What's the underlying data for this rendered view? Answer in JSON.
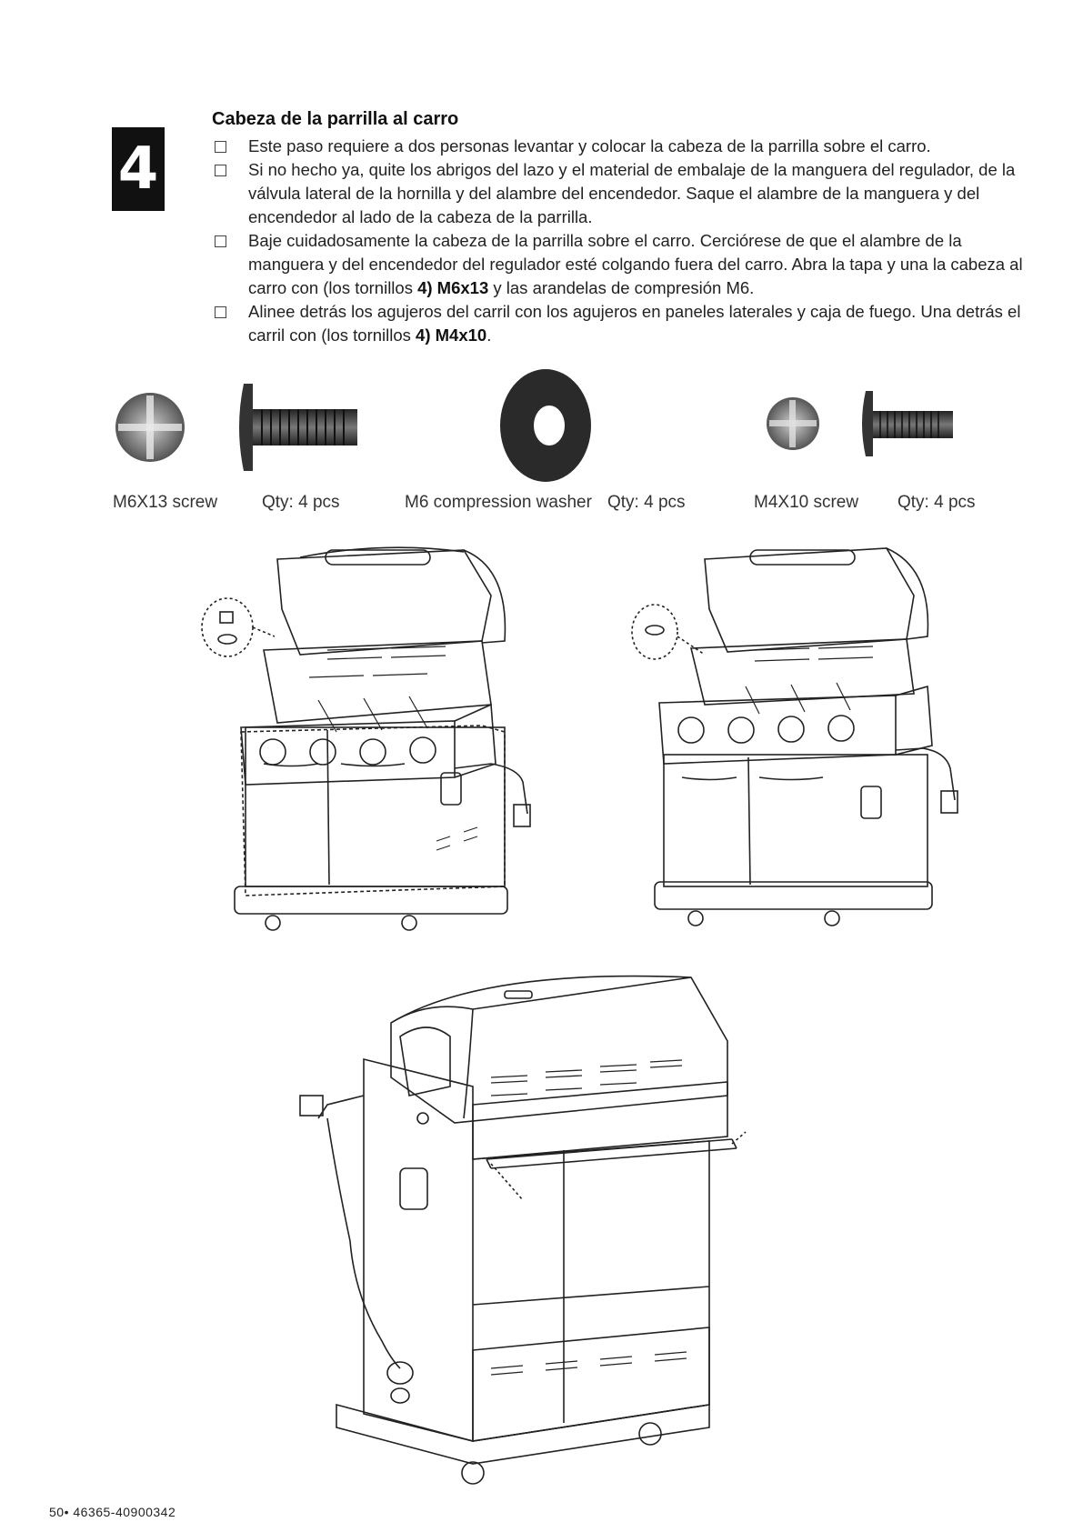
{
  "step": {
    "number": "4"
  },
  "section": {
    "title": "Cabeza de la parrilla al carro"
  },
  "instructions": [
    {
      "text": "Este paso requiere a dos personas levantar y colocar la cabeza de la parrilla sobre el carro."
    },
    {
      "text": "Si no hecho ya, quite los abrigos del lazo y el material de embalaje de la manguera del regulador, de la válvula lateral de la hornilla y del alambre del encendedor. Saque el alambre de la manguera y del encendedor al lado de la cabeza de la parrilla."
    },
    {
      "text_a": "Baje cuidadosamente la cabeza de la parrilla sobre el carro. Cerciórese de que el alambre de la manguera y del encendedor del regulador esté colgando fuera del carro. Abra la tapa y una la cabeza al carro con (los tornillos ",
      "bold_a": "4) M6x13",
      "text_b": " y las arandelas de compresión M6."
    },
    {
      "text_a": "Alinee detrás los agujeros del carril con los agujeros en paneles laterales y caja de fuego. Una detrás el carril con (los tornillos ",
      "bold_a": "4) M4x10",
      "text_b": "."
    }
  ],
  "hardware": [
    {
      "name": "M6X13 screw",
      "qty": "Qty: 4 pcs"
    },
    {
      "name": "M6 compression washer",
      "qty": "Qty: 4 pcs"
    },
    {
      "name": "M4X10 screw",
      "qty": "Qty: 4 pcs"
    }
  ],
  "footer": {
    "page_ref": "50• 46365-40900342"
  }
}
